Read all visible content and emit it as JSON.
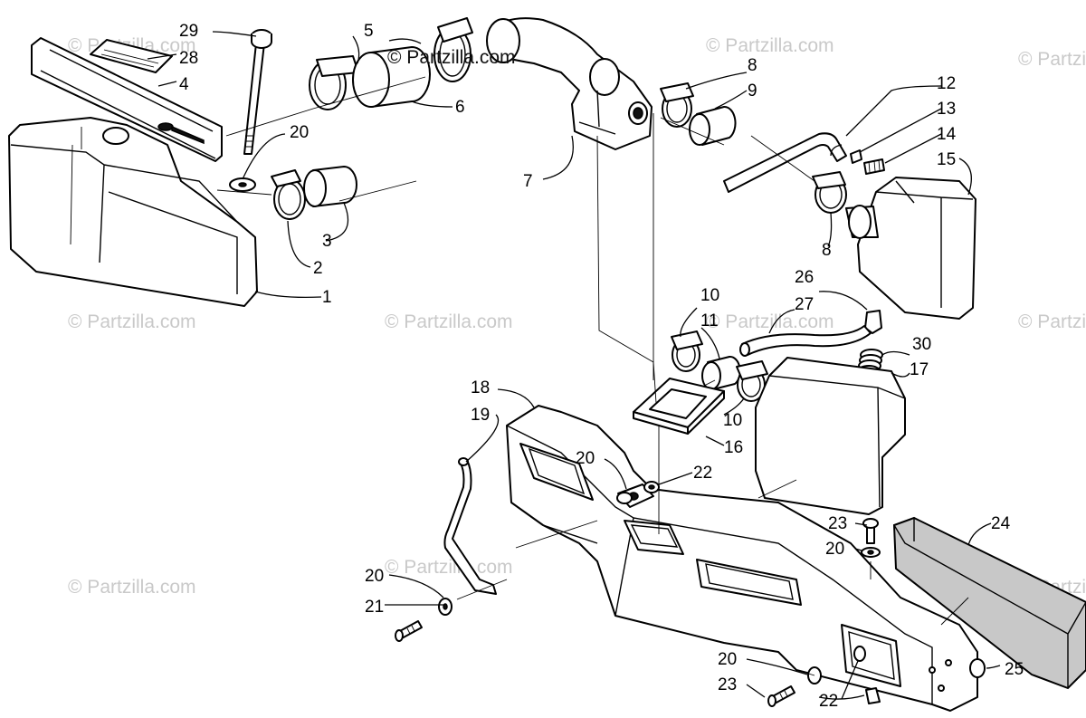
{
  "watermark": {
    "text": "© Partzilla.com",
    "primary": "© Partzilla.com"
  },
  "callouts": {
    "c1": "1",
    "c2": "2",
    "c3": "3",
    "c4": "4",
    "c5": "5",
    "c6": "6",
    "c7": "7",
    "c8a": "8",
    "c8b": "8",
    "c9": "9",
    "c10a": "10",
    "c10b": "10",
    "c11": "11",
    "c12": "12",
    "c13": "13",
    "c14": "14",
    "c15": "15",
    "c16": "16",
    "c17": "17",
    "c18": "18",
    "c19": "19",
    "c20a": "20",
    "c20b": "20",
    "c20c": "20",
    "c20d": "20",
    "c20e": "20",
    "c21": "21",
    "c22a": "22",
    "c22b": "22",
    "c23a": "23",
    "c23b": "23",
    "c24": "24",
    "c25": "25",
    "c26": "26",
    "c27": "27",
    "c28": "28",
    "c29": "29",
    "c30": "30"
  }
}
